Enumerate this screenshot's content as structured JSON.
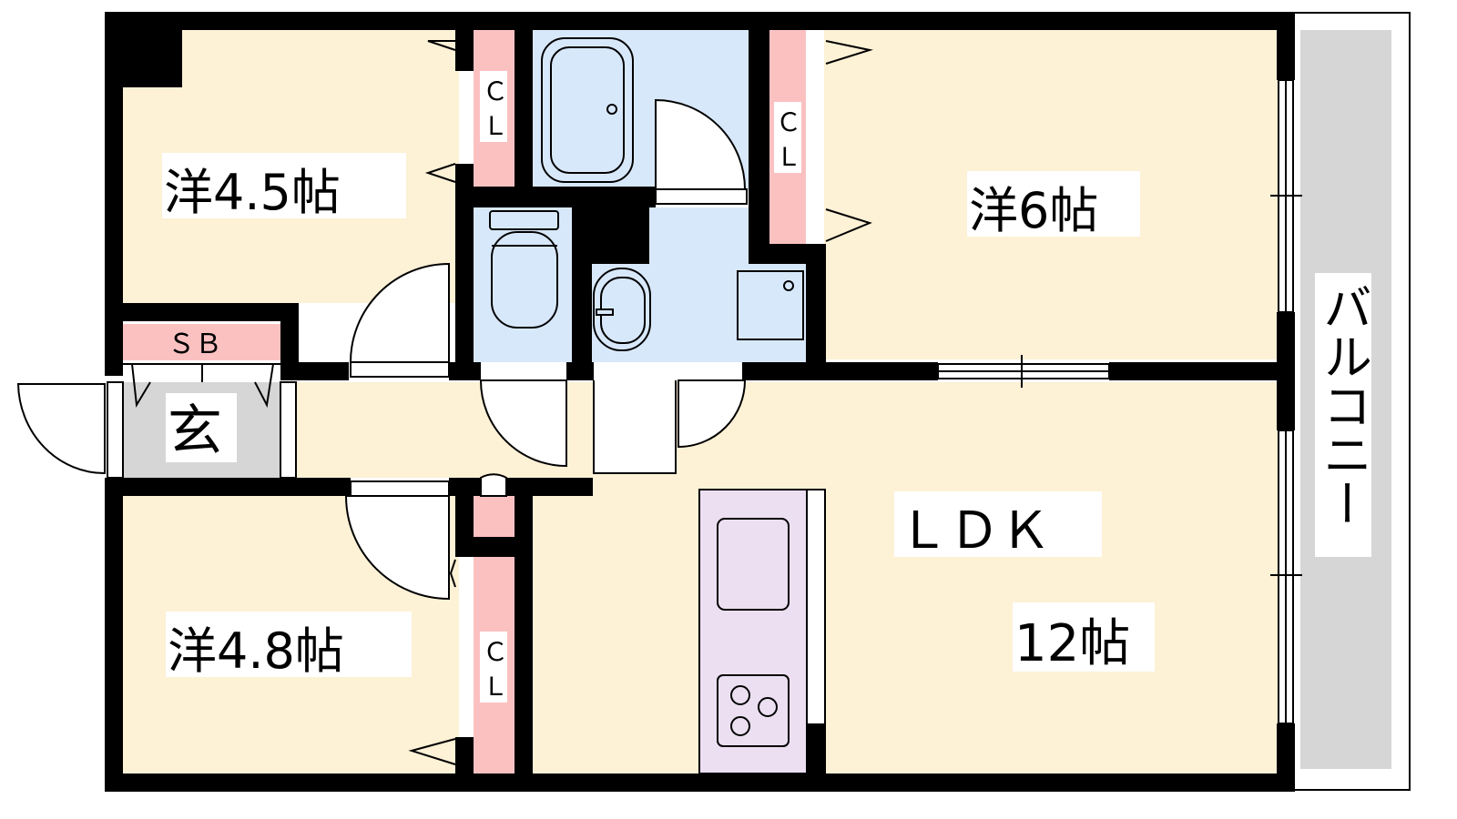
{
  "rooms": {
    "western1": "洋4.5帖",
    "western2": "洋6帖",
    "western3": "洋4.8帖",
    "ldk_name": "ＬＤＫ",
    "ldk_size": "12帖",
    "entrance": "玄",
    "shoe_box": "ＳＢ",
    "balcony": "バルコニー"
  },
  "closets": {
    "top_left": [
      "Ｃ",
      "Ｌ"
    ],
    "top_right": [
      "Ｃ",
      "Ｌ"
    ],
    "bottom": [
      "Ｃ",
      "Ｌ"
    ]
  },
  "colors": {
    "room": "#fdf1d6",
    "closet": "#fbc1c1",
    "wet_area": "#d8e8fb",
    "entrance": "#d6d6d6",
    "balcony": "#d6d6d6",
    "kitchen": "#ecdff2",
    "wall": "#000000"
  }
}
